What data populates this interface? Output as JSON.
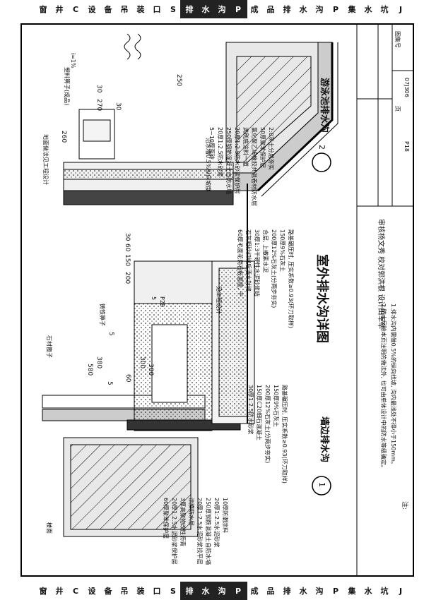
{
  "top_tabs": [
    "窗",
    "井",
    "C",
    "设",
    "备",
    "吊",
    "装",
    "口",
    "S",
    "排",
    "水",
    "沟",
    "P",
    "成",
    "品",
    "排",
    "水",
    "沟",
    "P",
    "集",
    "水",
    "坑",
    "J"
  ],
  "bottom_tabs": [
    "窗",
    "井",
    "C",
    "设",
    "备",
    "吊",
    "装",
    "口",
    "S",
    "排",
    "水",
    "沟",
    "P",
    "成",
    "品",
    "排",
    "水",
    "沟",
    "P",
    "集",
    "水",
    "坑",
    "J"
  ],
  "title": "室外排水沟详图",
  "atlas": {
    "label": "图集号",
    "value": "07J306",
    "page_label": "页",
    "page_value": "P18"
  },
  "signatures": {
    "row": "审核杨文秀  校对郭洪根  设计田军华"
  },
  "section1": {
    "num": "1",
    "title": "墙边排水沟"
  },
  "section2": {
    "num": "2",
    "title": "游泳池排水沟"
  },
  "notes": {
    "label": "注:",
    "n1": "1.排水沟内需做0.5%的纵向找坡, 沟内最浅处不得小于150mm。",
    "n2": "2.防水层除本页注明的做法外, 也可由单体设计中的防水等级确定。"
  },
  "wall_layers": [
    "60厚聚苯保护层",
    "20厚1:2.5水泥砂浆保护层",
    "3厚高聚物改性沥青",
    "涂膜防水层",
    "20厚1:2.5水泥砂浆找平层",
    "250厚钢筋混凝土自防水墙",
    "20厚1:2.5水泥砂浆",
    "10厚防潮涂料"
  ],
  "floor_layers1": [
    "30厚1:2.5防水砂浆",
    "150厚C20细石混凝土",
    "200厚12%石灰土(分两步夯实)",
    "150厚9%石灰土",
    "路基碾压时, 压实系数≥0.93(环刀取样)"
  ],
  "floor_layers_mid": [
    "60厚毛面花岗石板面层, 干",
    "石灰粗砂扫缝后洒水封缝",
    "30厚1:3干硬性水泥砂浆结",
    "合层, 上撒素水泥",
    "200厚12%石灰土(分两步夯实)",
    "150厚9%石灰土",
    "路基碾压时, 压实系数≥0.93(环刀取样)"
  ],
  "pool_layers": [
    "5~10厚面砖",
    "20厚1:2.5防水砂浆",
    "250厚钢筋混凝土自防水墙",
    "20厚1:2.5防水砂浆保护层",
    "满刷底涂料一道",
    "氯化聚乙烯橡胶共混卷材防水层",
    "50厚聚苯保护层",
    "2:8灰土分层夯实"
  ],
  "labels": {
    "stone_grate": "石材篦子",
    "cast_iron": "铸铁箅子",
    "see_design": "见工程设计",
    "ground": "楼面",
    "ref": "5",
    "ref_page": "P28",
    "plastic_grate": "塑料箅子(成品)",
    "finish_note": "地面做法见工程设计",
    "slope": "i=1%",
    "gutter_slope": "沿水槽0.5%纵向坡度"
  },
  "dims1": [
    "580",
    "380",
    "5",
    "5",
    "300",
    "300",
    "60",
    "150",
    "200",
    "30",
    "60"
  ],
  "dims2": [
    "260",
    "270",
    "30",
    "30",
    "250"
  ]
}
